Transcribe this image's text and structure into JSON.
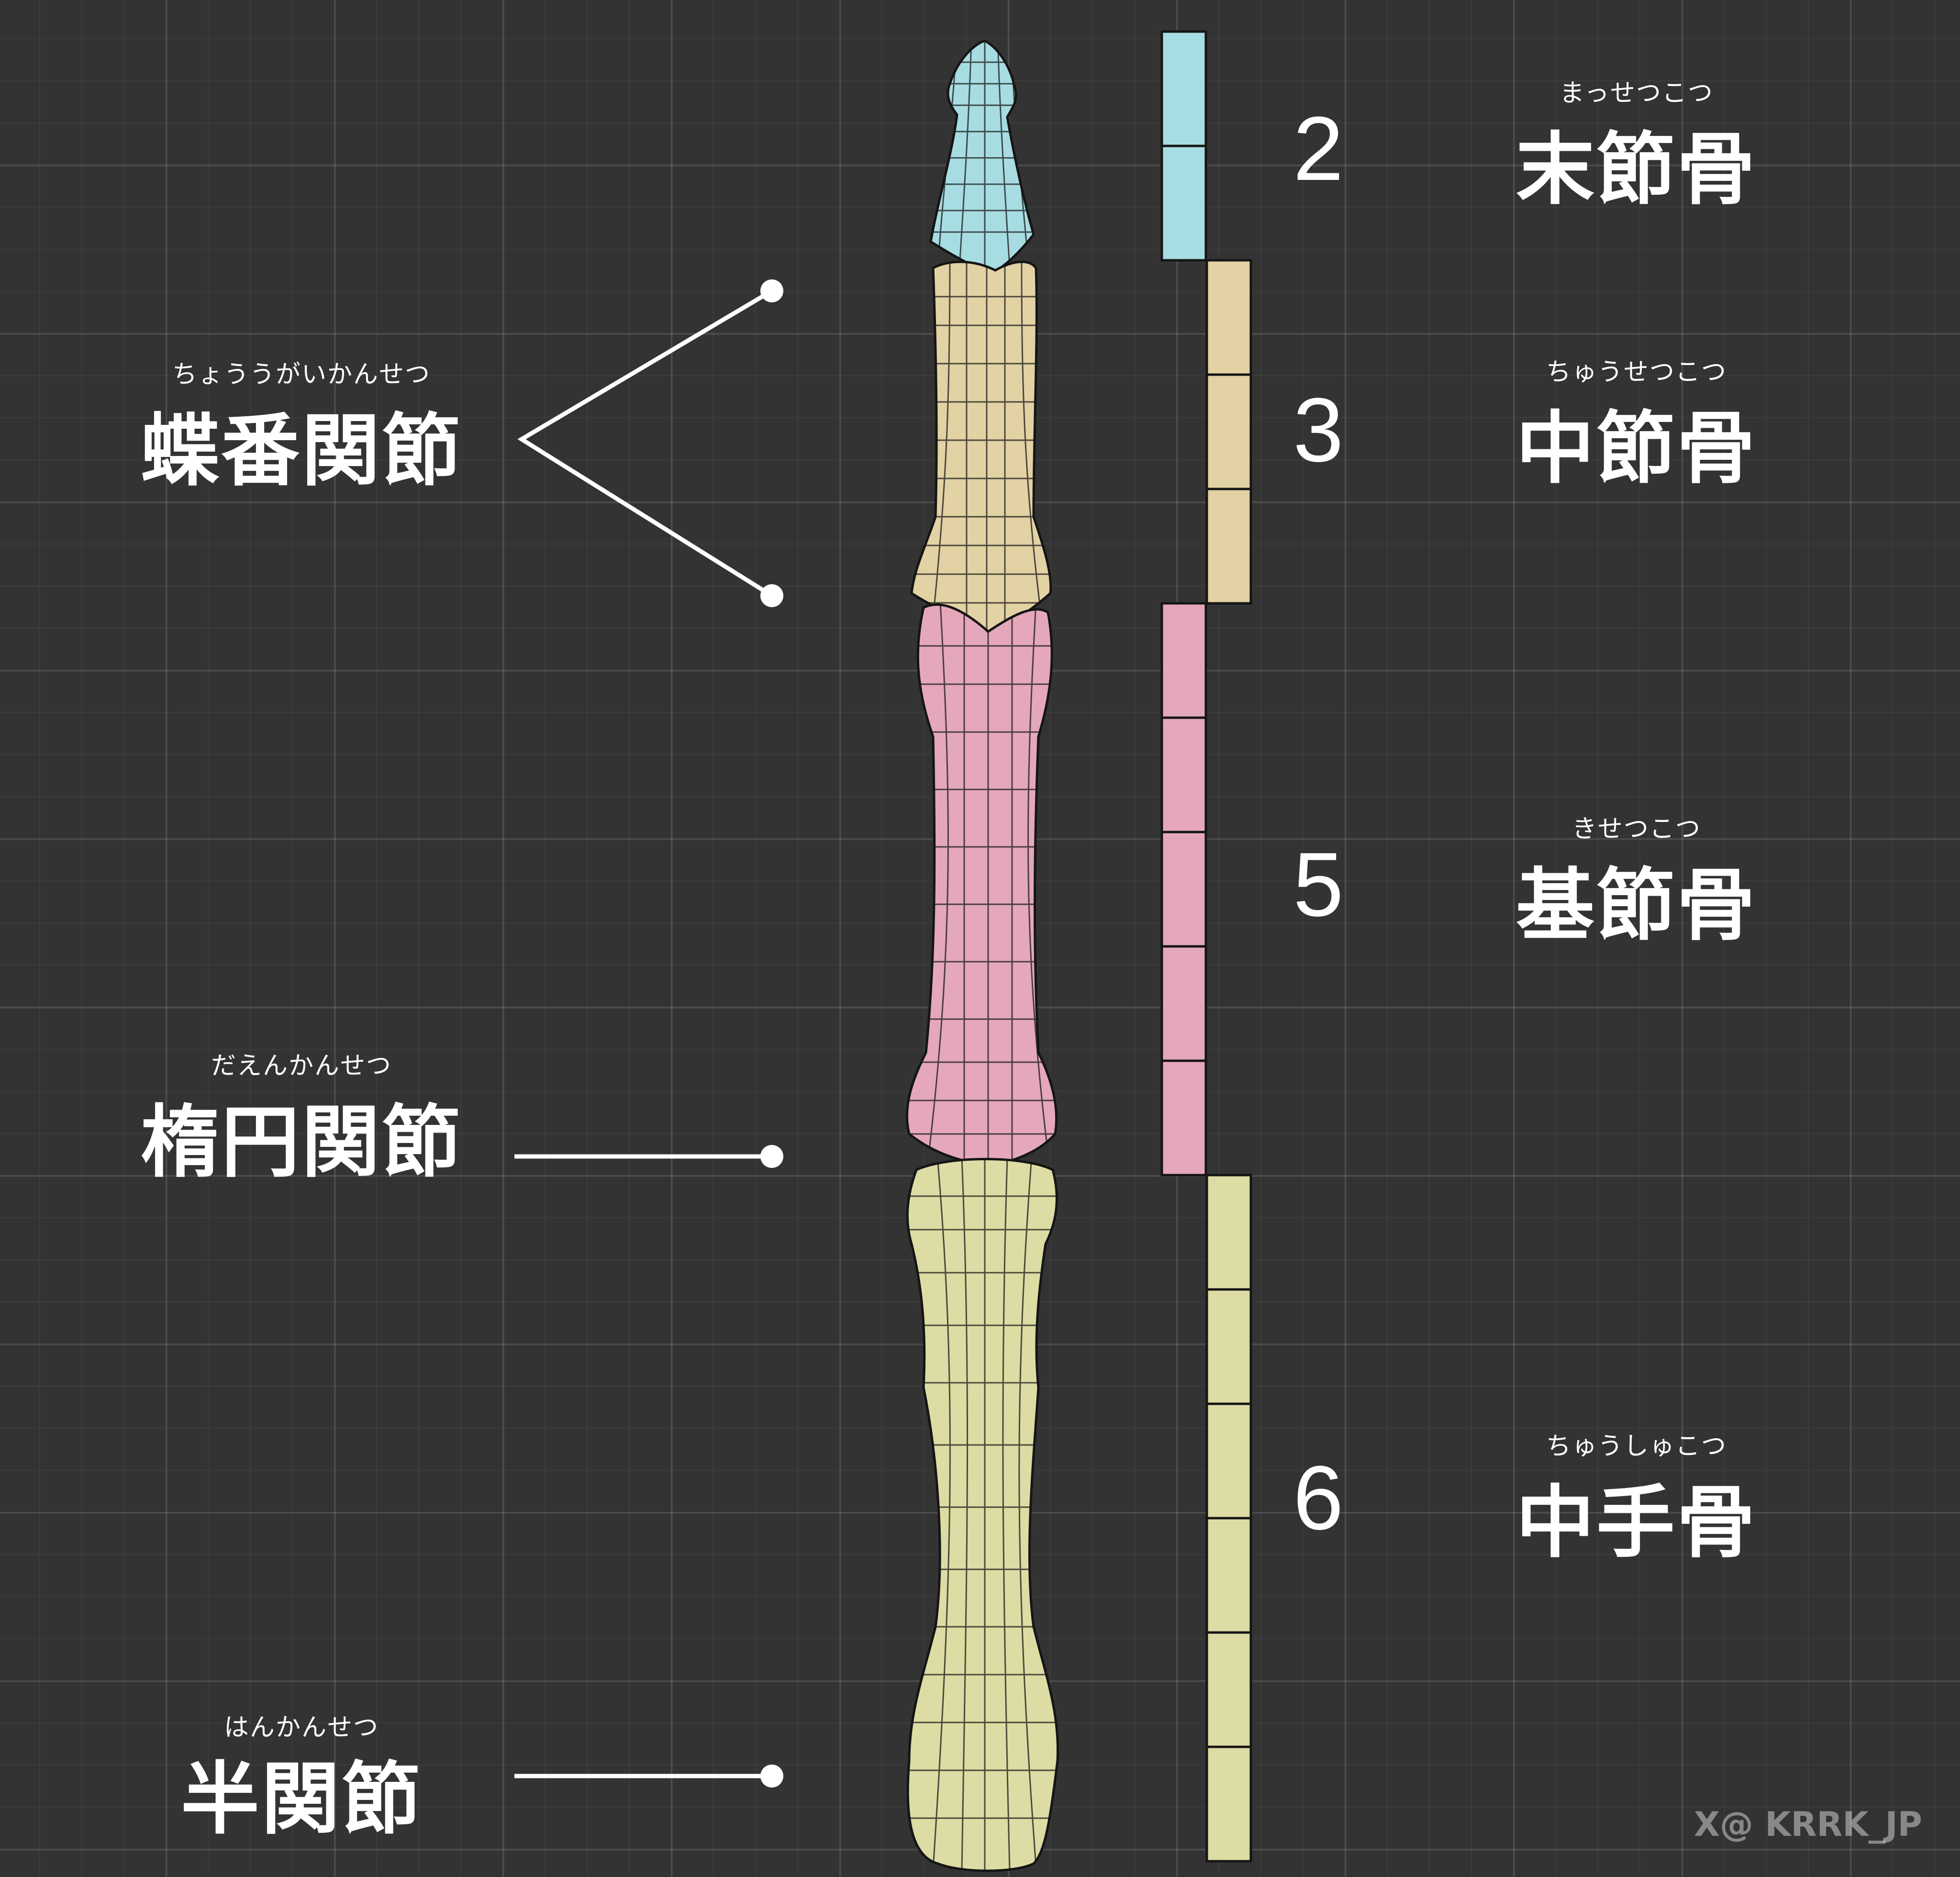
{
  "colors": {
    "background": "#333333",
    "distal": "#a7dde2",
    "middle": "#e2d2a4",
    "proximal": "#e4a8ba",
    "metacarpal": "#dcdca4",
    "lines": "#ffffff"
  },
  "bones": [
    {
      "id": "distal",
      "furigana": "まっせつこつ",
      "name": "末節骨",
      "units": "2"
    },
    {
      "id": "middle",
      "furigana": "ちゅうせつこつ",
      "name": "中節骨",
      "units": "3"
    },
    {
      "id": "proximal",
      "furigana": "きせつこつ",
      "name": "基節骨",
      "units": "5"
    },
    {
      "id": "metacarpal",
      "furigana": "ちゅうしゅこつ",
      "name": "中手骨",
      "units": "6"
    }
  ],
  "joints": [
    {
      "id": "hinge",
      "furigana": "ちょううがいかんせつ",
      "name": "蝶番関節"
    },
    {
      "id": "ellipsoid",
      "furigana": "だえんかんせつ",
      "name": "楕円関節"
    },
    {
      "id": "semi",
      "furigana": "はんかんせつ",
      "name": "半関節"
    }
  ],
  "credit": "X@ KRRK_JP"
}
